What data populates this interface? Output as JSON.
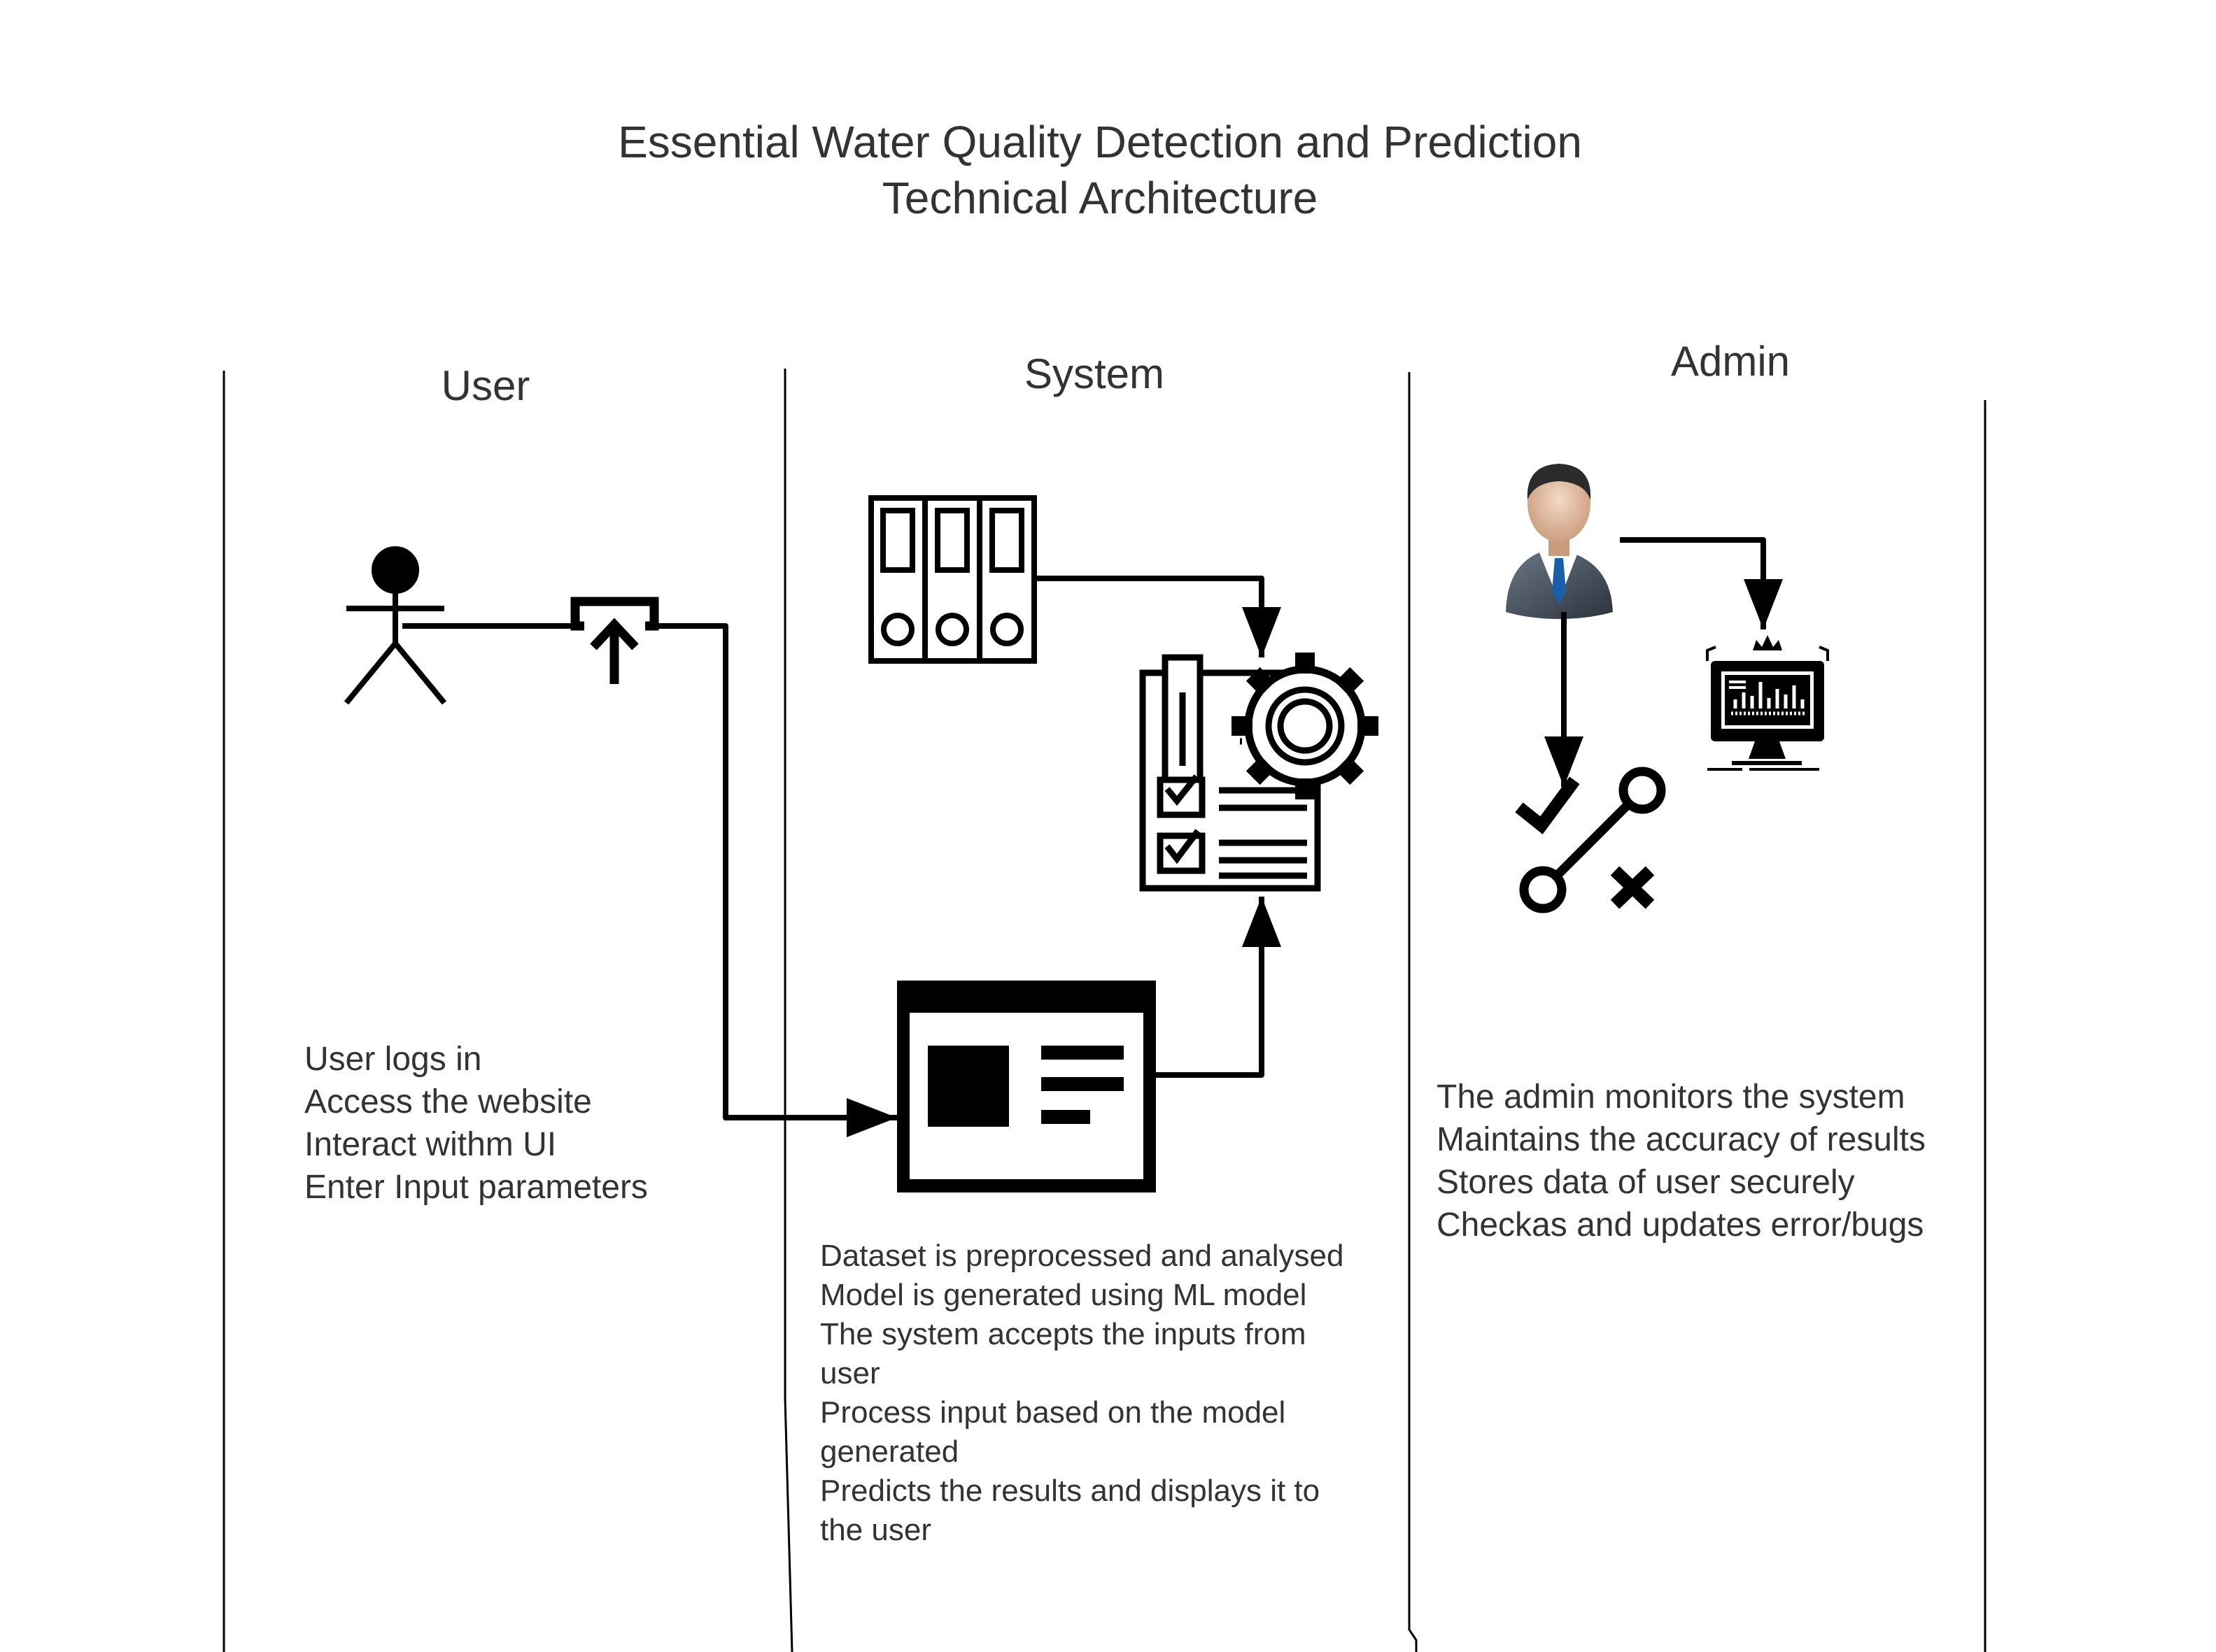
{
  "title": {
    "line1": "Essential Water Quality Detection and Prediction",
    "line2": "Technical Architecture"
  },
  "lanes": {
    "user": {
      "label": "User",
      "lines": [
        "User logs in",
        "Access the website",
        "Interact withm UI",
        "Enter Input parameters"
      ]
    },
    "system": {
      "label": "System",
      "lines": [
        "Dataset is preprocessed and analysed",
        "Model is generated using ML model",
        "The system accepts the inputs from",
        "user",
        "Process input based on the model",
        "generated",
        "Predicts the results and displays it to",
        "the user"
      ]
    },
    "admin": {
      "label": "Admin",
      "lines": [
        "The admin monitors the system",
        "Maintains the accuracy of results",
        "Stores data of user securely",
        "Checkas and updates error/bugs"
      ]
    }
  },
  "icons": [
    "stick-figure-icon",
    "upload-icon",
    "binders-icon",
    "gear-checklist-icon",
    "web-page-icon",
    "businessman-icon",
    "monitor-chart-icon",
    "path-check-cross-icon"
  ],
  "colors": {
    "stroke": "#000000",
    "text": "#333333",
    "background": "#ffffff"
  }
}
